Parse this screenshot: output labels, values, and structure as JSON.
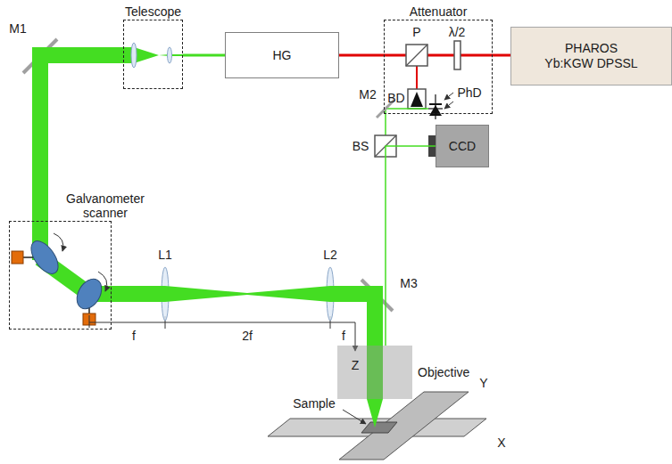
{
  "diagram": {
    "nodes": [
      {
        "text": [
          "Telescope"
        ]
      },
      {
        "text": [
          "HG"
        ]
      },
      {
        "text": [
          "Attenuator"
        ]
      },
      {
        "text": [
          "PHAROS Yb:KGW DPSSL"
        ]
      },
      {
        "text": [
          "Galvanometer scanner"
        ]
      },
      {
        "text": [
          "CCD"
        ]
      },
      {
        "text": [
          "Objective"
        ]
      }
    ],
    "edges": [
      {
        "from": 3,
        "to": 2,
        "arrow": "none"
      },
      {
        "from": 2,
        "to": 1,
        "arrow": "none"
      },
      {
        "from": 1,
        "to": 0,
        "arrow": "none"
      },
      {
        "from": 0,
        "to": 4,
        "arrow": "none"
      },
      {
        "from": 4,
        "to": 6,
        "arrow": "none"
      },
      {
        "from": 6,
        "to": 5,
        "arrow": "none"
      }
    ],
    "labels": [
      "M1",
      "P",
      "λ/2",
      "BD",
      "M2",
      "PhD",
      "BS",
      "L1",
      "L2",
      "M3",
      "f",
      "2f",
      "f",
      "Z",
      "Sample",
      "Y",
      "X"
    ]
  }
}
